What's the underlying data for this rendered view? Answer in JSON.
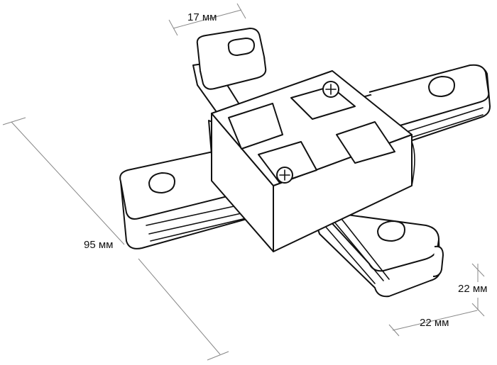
{
  "dimensions": {
    "width_label": "17 мм",
    "length_label": "95 мм",
    "height_label": "22 мм",
    "depth_label": "22 мм"
  }
}
